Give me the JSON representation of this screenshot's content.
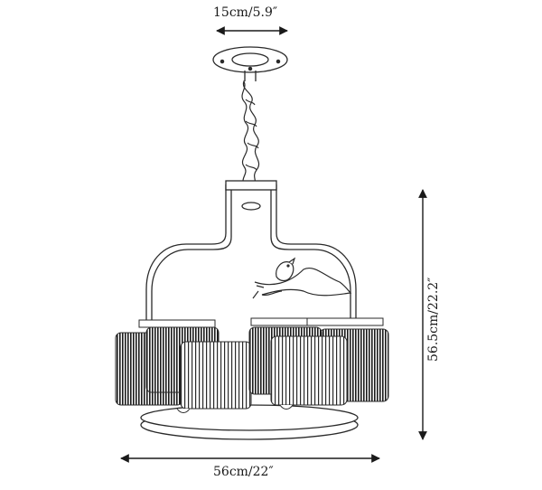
{
  "dimensions": {
    "canopy_width": "15cm/5.9″",
    "overall_width": "56cm/22″",
    "overall_height": "56.5cm/22.2″"
  },
  "colors": {
    "line": "#2a2a2a",
    "crystal_dark": "#1c1c1c",
    "background": "#ffffff"
  }
}
